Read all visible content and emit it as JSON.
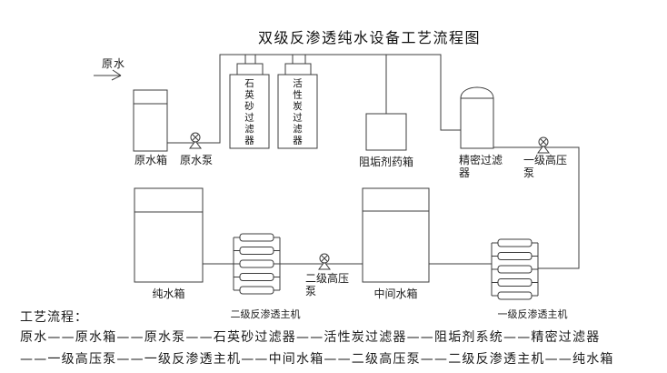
{
  "title": "双级反渗透纯水设备工艺流程图",
  "colors": {
    "line": "#3c3c3c",
    "text": "#1a1a1a",
    "background": "#ffffff"
  },
  "diagram": {
    "inlet_label": "原水",
    "icons": {
      "pump_symbol": "⊗",
      "inlet_arrow": "→"
    },
    "equipment": {
      "raw_water_tank": "原水箱",
      "raw_water_pump": "原水泵",
      "quartz_sand_filter": "石英砂过滤器",
      "activated_carbon_filter": "活性炭过滤器",
      "antiscalant_dosing_tank": "阻垢剂药箱",
      "precision_filter": "精密过滤器",
      "stage1_high_pressure_pump": "一级高压泵",
      "stage1_ro_unit": "一级反渗透主机",
      "intermediate_water_tank": "中间水箱",
      "stage2_high_pressure_pump": "二级高压泵",
      "stage2_ro_unit": "二级反渗透主机",
      "pure_water_tank": "纯水箱"
    }
  },
  "footer": {
    "heading": "工艺流程：",
    "line1": "原水——原水箱——原水泵——石英砂过滤器——活性炭过滤器——阻垢剂系统——精密过滤器",
    "line2": "——一级高压泵——一级反渗透主机——中间水箱——二级高压泵——二级反渗透主机——纯水箱"
  }
}
